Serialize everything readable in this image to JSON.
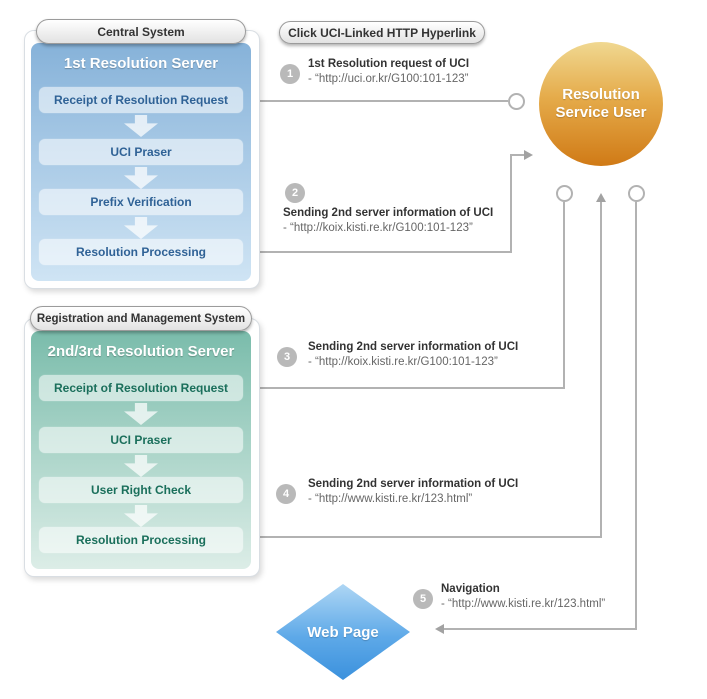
{
  "system1": {
    "tag": "Central System",
    "title": "1st Resolution Server",
    "steps": [
      "Receipt of Resolution Request",
      "UCI Praser",
      "Prefix Verification",
      "Resolution Processing"
    ]
  },
  "system2": {
    "tag": "Registration and Management System",
    "title": "2nd/3rd Resolution Server",
    "steps": [
      "Receipt of Resolution Request",
      "UCI Praser",
      "User Right Check",
      "Resolution Processing"
    ]
  },
  "trigger": {
    "label": "Click UCI-Linked HTTP Hyperlink"
  },
  "actor": {
    "line1": "Resolution",
    "line2": "Service User"
  },
  "webpage": {
    "label": "Web Page"
  },
  "annotations": [
    {
      "num": "1",
      "title": "1st Resolution request of UCI",
      "url": "- “http://uci.or.kr/G100:101-123”"
    },
    {
      "num": "2",
      "title": "Sending 2nd server information of UCI",
      "url": "- “http://koix.kisti.re.kr/G100:101-123”"
    },
    {
      "num": "3",
      "title": "Sending 2nd server information of UCI",
      "url": "- “http://koix.kisti.re.kr/G100:101-123”"
    },
    {
      "num": "4",
      "title": "Sending 2nd server information of UCI",
      "url": "- “http://www.kisti.re.kr/123.html”"
    },
    {
      "num": "5",
      "title": "Navigation",
      "url": "- “http://www.kisti.re.kr/123.html”"
    }
  ],
  "colors": {
    "blue-top": "#86b2d9",
    "blue-bottom": "#cfe4f4",
    "blue-step-text": "#2f6296",
    "green-top": "#7abcab",
    "green-bottom": "#dcede7",
    "green-step-text": "#1a6f5b",
    "actor-top": "#f0d891",
    "actor-mid": "#e5ab4a",
    "actor-bottom": "#d07a16",
    "diamond-top": "#aed6f4",
    "diamond-bottom": "#3b91dd",
    "line": "#b2b2b2",
    "badge": "#b9b9b9",
    "text-dark": "#333333",
    "text-url": "#666666"
  }
}
